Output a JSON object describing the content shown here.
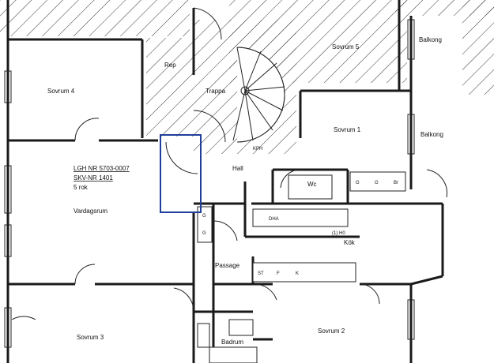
{
  "rooms": {
    "sovrum4": "Sovrum 4",
    "sovrum5": "Sovrum 5",
    "sovrum1": "Sovrum 1",
    "sovrum2": "Sovrum 2",
    "sovrum3": "Sovrum 3",
    "vardagsrum": "Vardagsrum",
    "hall": "Hall",
    "trappa": "Trappa",
    "wc": "Wc",
    "kok": "Kök",
    "passage": "Passage",
    "badrum": "Badrum",
    "balkong_top": "Balkong",
    "balkong_right": "Balkong",
    "rep": "Rep"
  },
  "apartment": {
    "lgh": "LGH NR 5703-0007",
    "skv": "SKV-NR 1401",
    "size": "5 rok"
  },
  "fixtures": {
    "g1": "G",
    "g2": "G",
    "g3": "G",
    "g4": "G",
    "br": "Br",
    "dia": "DHA",
    "st": "ST",
    "f": "F",
    "k": "K",
    "kph": "KPH",
    "dh": "(1) H0"
  },
  "highlight": {
    "color": "#1f3f9a"
  }
}
